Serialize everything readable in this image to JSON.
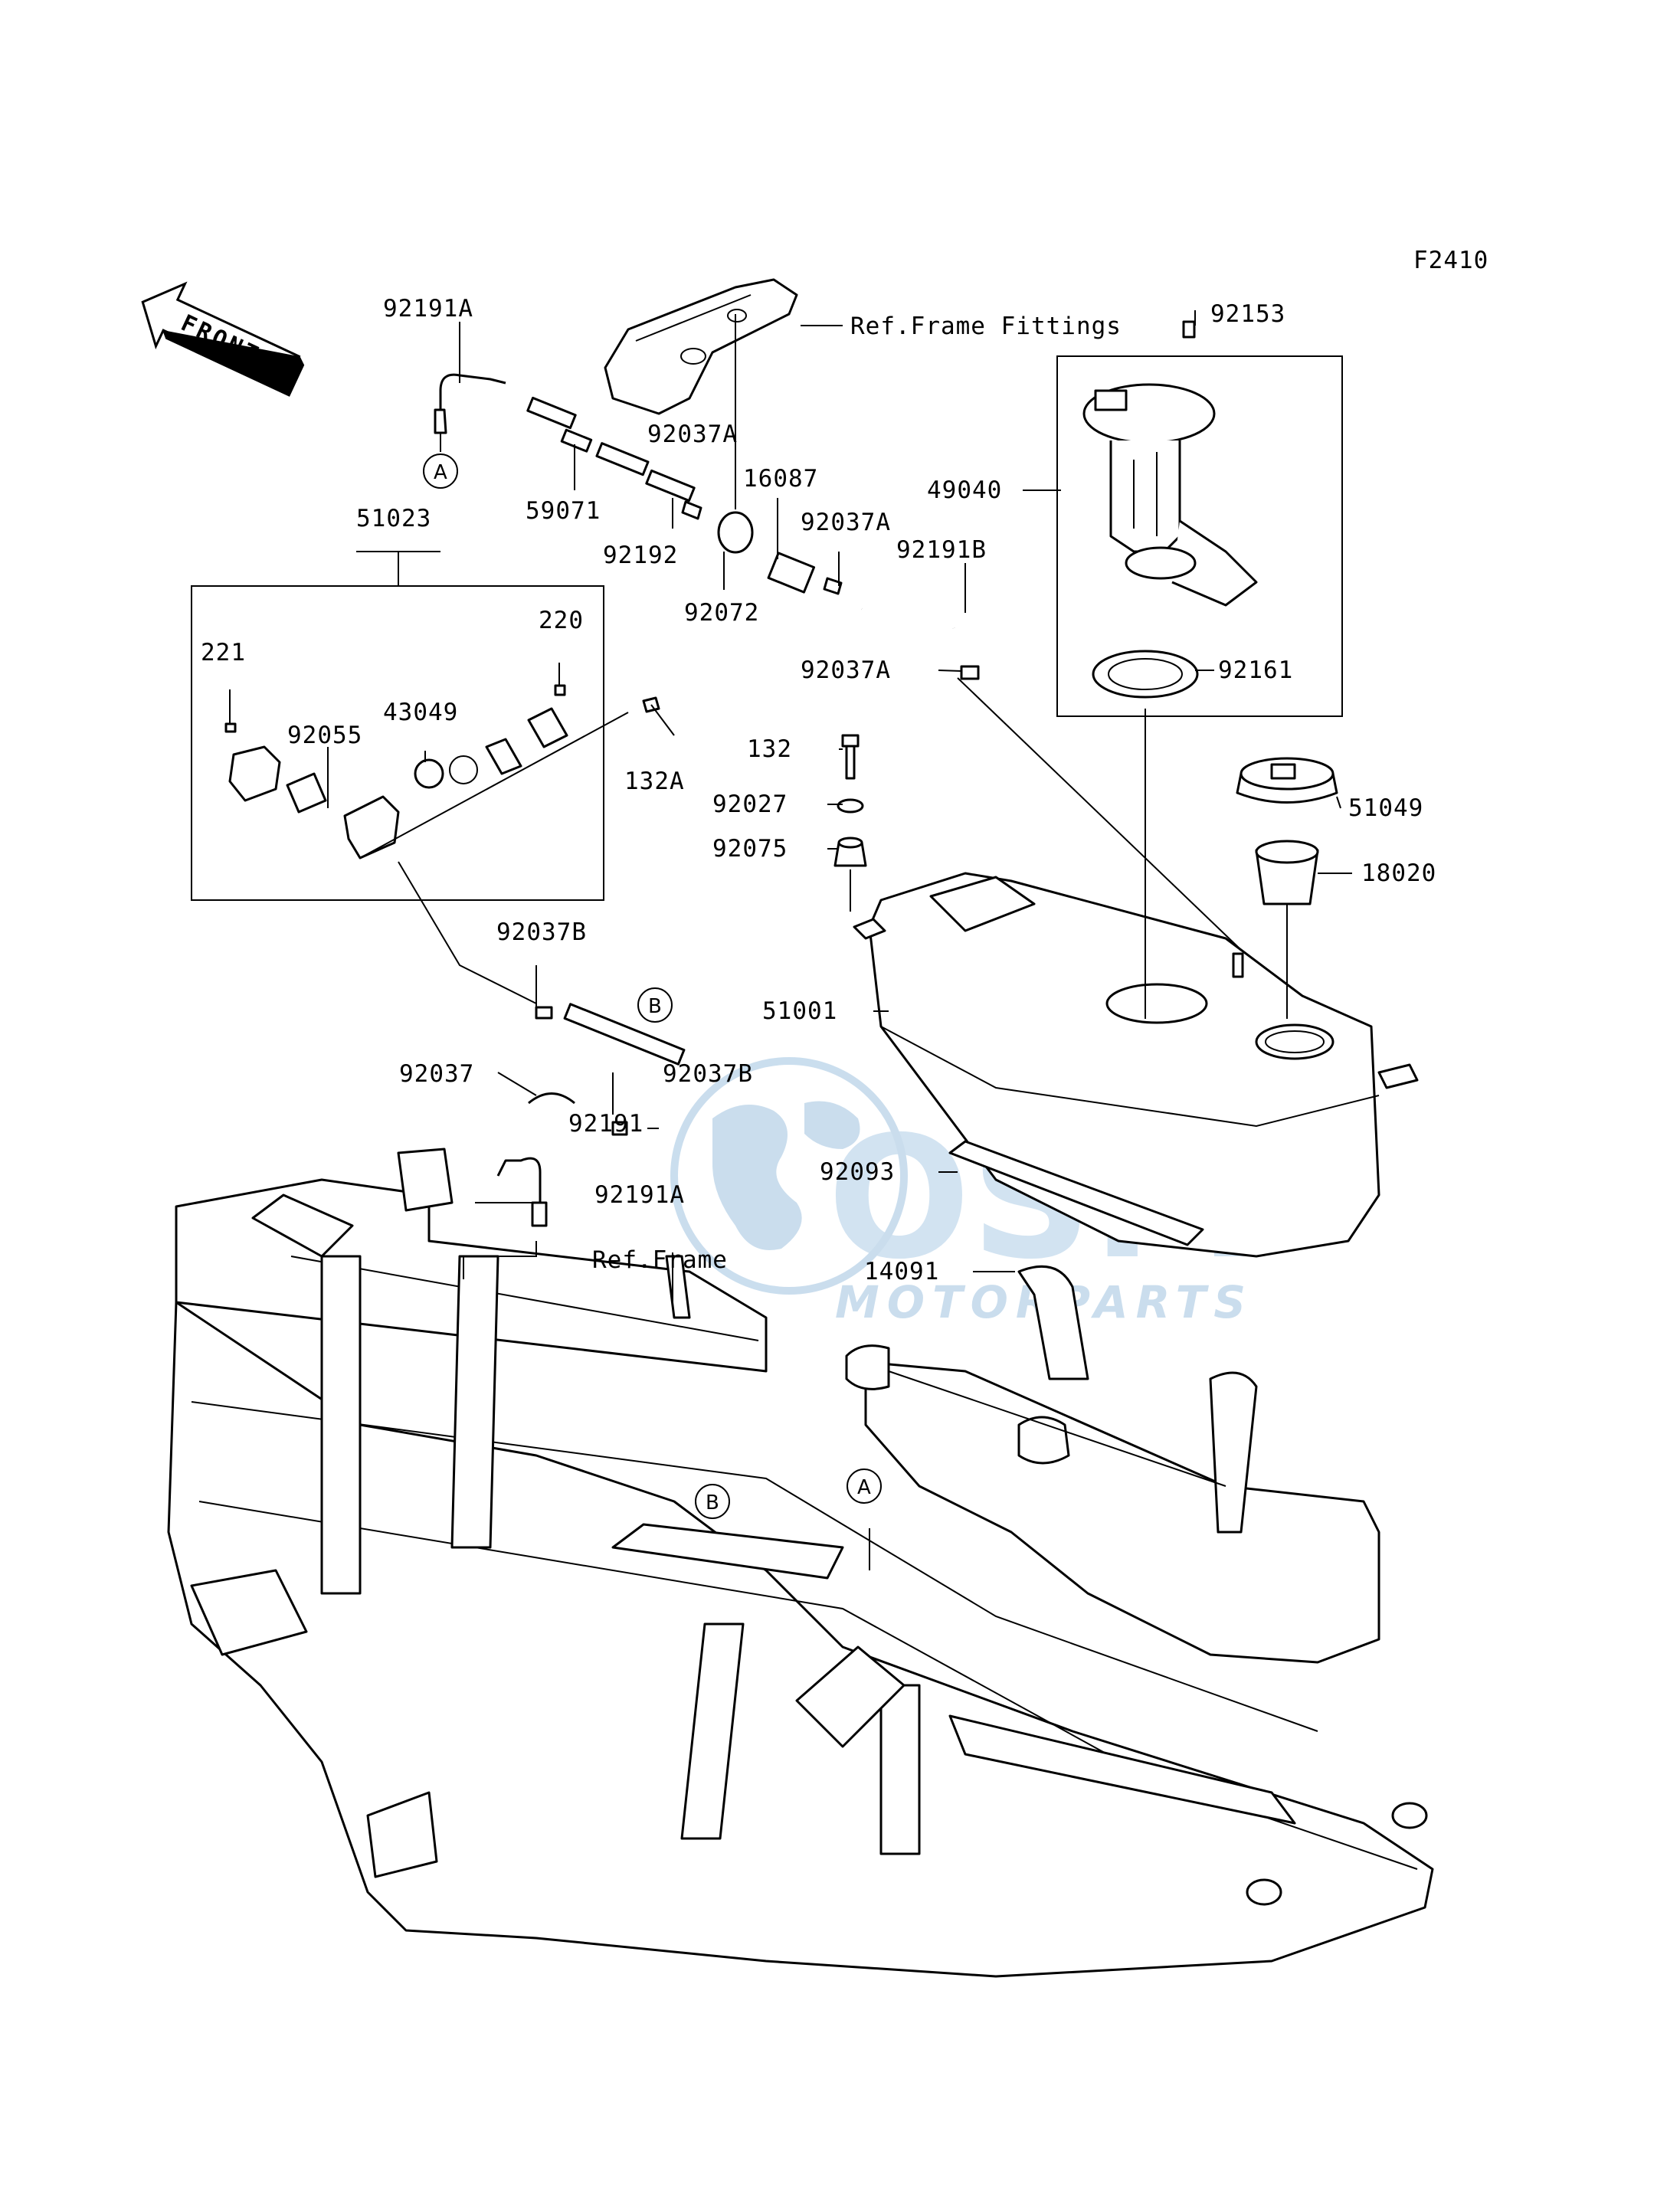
{
  "figure_code": "F2410",
  "front_arrow_label": "FRONT",
  "references": {
    "frame_fittings": "Ref.Frame Fittings",
    "frame": "Ref.Frame"
  },
  "callouts": [
    "A",
    "B"
  ],
  "parts": [
    "92191A",
    "92037A",
    "59071",
    "92192",
    "16087",
    "92072",
    "92191B",
    "51023",
    "220",
    "221",
    "43049",
    "92055",
    "132A",
    "92037B",
    "92037",
    "92191",
    "92153",
    "49040",
    "92161",
    "132",
    "92027",
    "92075",
    "51049",
    "18020",
    "51001",
    "92093",
    "14091"
  ],
  "watermark": {
    "brand": "OSM",
    "tagline": "MOTORPARTS",
    "color": "#9fc3e0"
  }
}
